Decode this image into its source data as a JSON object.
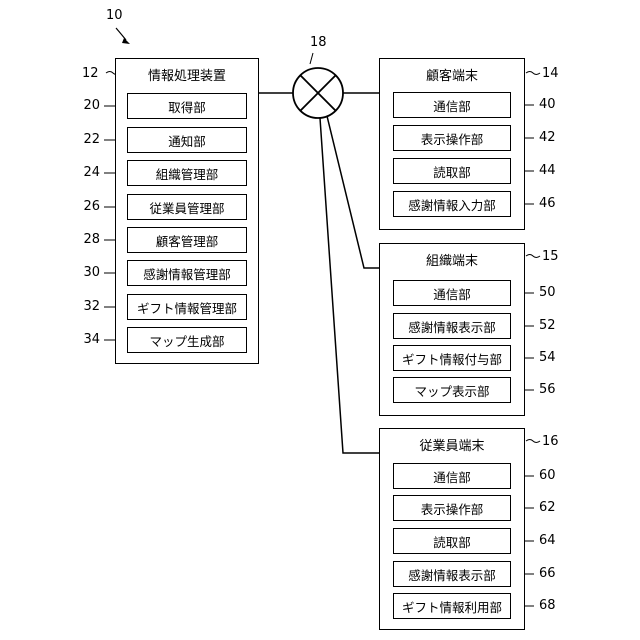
{
  "figure_ref": "10",
  "network": {
    "ref": "18"
  },
  "info_device": {
    "ref": "12",
    "title": "情報処理装置",
    "units": [
      {
        "ref": "20",
        "label": "取得部"
      },
      {
        "ref": "22",
        "label": "通知部"
      },
      {
        "ref": "24",
        "label": "組織管理部"
      },
      {
        "ref": "26",
        "label": "従業員管理部"
      },
      {
        "ref": "28",
        "label": "顧客管理部"
      },
      {
        "ref": "30",
        "label": "感謝情報管理部"
      },
      {
        "ref": "32",
        "label": "ギフト情報管理部"
      },
      {
        "ref": "34",
        "label": "マップ生成部"
      }
    ]
  },
  "customer_terminal": {
    "ref": "14",
    "title": "顧客端末",
    "units": [
      {
        "ref": "40",
        "label": "通信部"
      },
      {
        "ref": "42",
        "label": "表示操作部"
      },
      {
        "ref": "44",
        "label": "読取部"
      },
      {
        "ref": "46",
        "label": "感謝情報入力部"
      }
    ]
  },
  "org_terminal": {
    "ref": "15",
    "title": "組織端末",
    "units": [
      {
        "ref": "50",
        "label": "通信部"
      },
      {
        "ref": "52",
        "label": "感謝情報表示部"
      },
      {
        "ref": "54",
        "label": "ギフト情報付与部"
      },
      {
        "ref": "56",
        "label": "マップ表示部"
      }
    ]
  },
  "employee_terminal": {
    "ref": "16",
    "title": "従業員端末",
    "units": [
      {
        "ref": "60",
        "label": "通信部"
      },
      {
        "ref": "62",
        "label": "表示操作部"
      },
      {
        "ref": "64",
        "label": "読取部"
      },
      {
        "ref": "66",
        "label": "感謝情報表示部"
      },
      {
        "ref": "68",
        "label": "ギフト情報利用部"
      }
    ]
  }
}
